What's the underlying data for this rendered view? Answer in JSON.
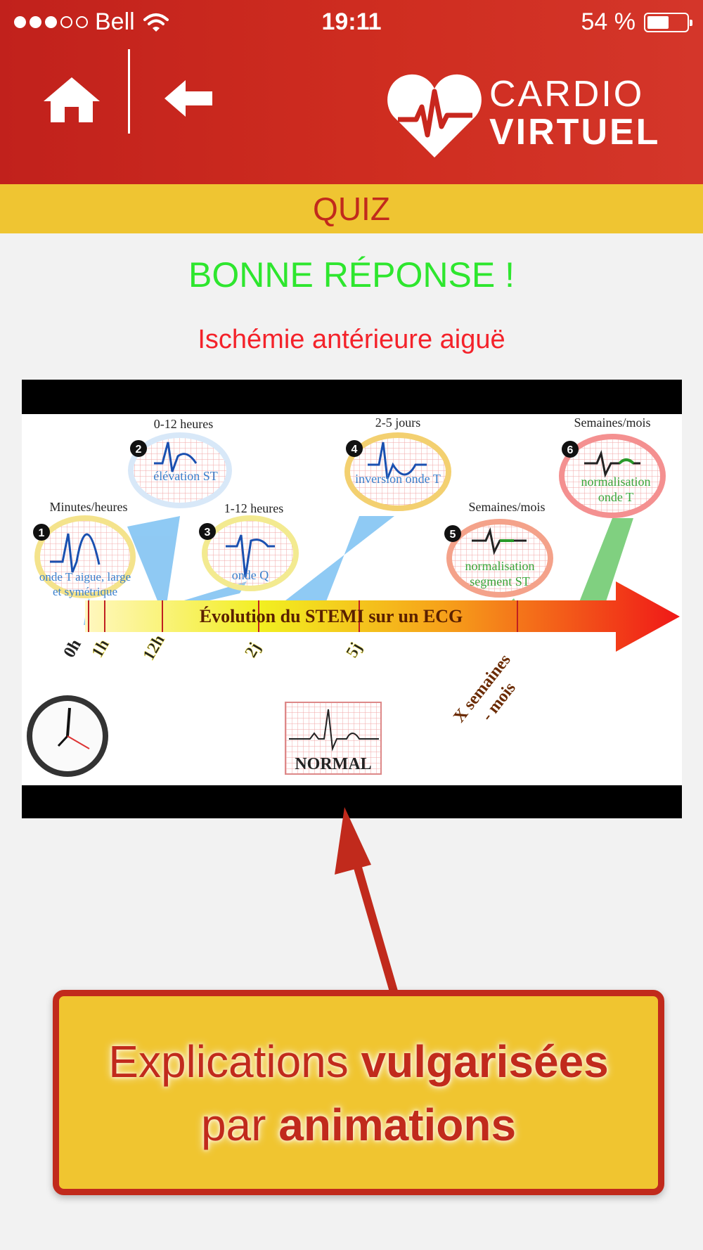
{
  "status_bar": {
    "carrier": "Bell",
    "time": "19:11",
    "battery": "54 %"
  },
  "header": {
    "logo_line1": "CARDIO",
    "logo_line2": "VIRTUEL"
  },
  "section_title": "QUIZ",
  "result_text": "BONNE RÉPONSE !",
  "diagnosis": "Ischémie antérieure aiguë",
  "figure": {
    "timeline_title": "Évolution du STEMI sur un ECG",
    "time_labels": [
      "0h",
      "1h",
      "12h",
      "2j",
      "5j"
    ],
    "long_label_line1": "X semaines",
    "long_label_line2": "- mois",
    "normal_label": "NORMAL",
    "stages": [
      {
        "num": "1",
        "time": "Minutes/heures",
        "line1": "onde T aigue, large",
        "line2": "et symétrique"
      },
      {
        "num": "2",
        "time": "0-12 heures",
        "line1": "élévation ST",
        "line2": ""
      },
      {
        "num": "3",
        "time": "1-12 heures",
        "line1": "onde Q",
        "line2": ""
      },
      {
        "num": "4",
        "time": "2-5 jours",
        "line1": "inversion onde T",
        "line2": ""
      },
      {
        "num": "5",
        "time": "Semaines/mois",
        "line1": "normalisation",
        "line2": "segment ST"
      },
      {
        "num": "6",
        "time": "Semaines/mois",
        "line1": "normalisation",
        "line2": "onde T"
      }
    ],
    "colors": {
      "blue": "#4a9de0",
      "green": "#3aa53a",
      "red": "#e82020"
    }
  },
  "callout": {
    "l1_a": "Explications ",
    "l1_b": "vulgarisées",
    "l2_a": "par ",
    "l2_b": "animations"
  }
}
